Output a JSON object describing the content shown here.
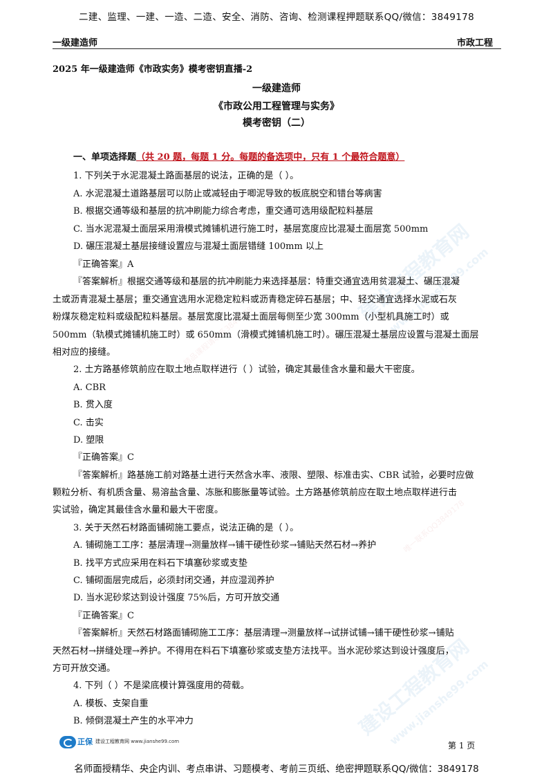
{
  "top_banner": "二建、监理、一建、一造、二造、安全、消防、咨询、检测课程押题联系QQ/微信：3849178",
  "header": {
    "left": "一级建造师",
    "right": "市政工程"
  },
  "doc_title": "2025 年一级建造师《市政实务》模考密钥直播-2",
  "heading1": "一级建造师",
  "heading2": "《市政公用工程管理与实务》",
  "heading3": "模考密钥（二）",
  "section": {
    "title": "一、单项选择题",
    "note": "（共 20 题，每题 1 分。每题的备选项中，只有 1 个最符合题意）"
  },
  "lines": [
    "1. 下列关于水泥混凝土路面基层的说法，正确的是（    ）。",
    "A. 水泥混凝土道路基层可以防止或减轻由于唧泥导致的板底脱空和错台等病害",
    "B. 根据交通等级和基层的抗冲刷能力综合考虑，重交通可选用级配粒料基层",
    "C. 当水泥混凝土面层采用滑模式摊铺机进行施工时，基层宽度应比混凝土面层宽 500mm",
    "D. 碾压混凝土基层接缝设置应与混凝土面层错缝 100mm 以上",
    "『正确答案』A",
    "『答案解析』根据交通等级和基层的抗冲刷能力来选择基层：特重交通宜选用贫混凝土、碾压混凝",
    "土或沥青混凝土基层；重交通宜选用水泥稳定粒料或沥青稳定碎石基层；中、轻交通宜选择水泥或石灰",
    "粉煤灰稳定粒料或级配粒料基层。基层宽度比混凝土面层每侧至少宽 300mm（小型机具施工时）或",
    "500mm（轨模式摊铺机施工时）或 650mm（滑模式摊铺机施工时）。碾压混凝土基层应设置与混凝土面层",
    "相对应的接缝。",
    "2. 土方路基修筑前应在取土地点取样进行（    ）试验，确定其最佳含水量和最大干密度。",
    "A. CBR",
    "B. 贯入度",
    "C. 击实",
    "D. 塑限",
    "『正确答案』C",
    "『答案解析』路基施工前对路基土进行天然含水率、液限、塑限、标准击实、CBR 试验，必要时应做",
    "颗粒分析、有机质含量、易溶盐含量、冻胀和膨胀量等试验。土方路基修筑前应在取土地点取样进行击",
    "实试验，确定其最佳含水量和最大干密度。",
    "3. 关于天然石材路面铺砌施工要点，说法正确的是（    ）。",
    "A. 铺砌施工工序：基层清理→测量放样→铺干硬性砂浆→铺贴天然石材→养护",
    "B. 找平方式应采用在料石下填塞砂浆或支垫",
    "C. 铺砌面层完成后，必须封闭交通，并应湿润养护",
    "D. 当水泥砂浆达到设计强度 75%后，方可开放交通",
    "『正确答案』C",
    "『答案解析』天然石材路面铺砌施工工序：基层清理→测量放样→试拼试铺→铺干硬性砂浆→铺贴",
    "天然石材→拼缝处理→养护。不得用在料石下填塞砂浆或支垫方法找平。当水泥砂浆达到设计强度后，",
    "方可开放交通。",
    "4. 下列（    ）不是梁底模计算强度用的荷载。",
    "A. 模板、支架自重",
    "B. 倾倒混凝土产生的水平冲力"
  ],
  "watermarks": [
    "建设工程教育网",
    "www.jianshe99.com",
    "精品课程请联系3849178",
    "唯一联系QQ3849178"
  ],
  "footer": {
    "logo_brand": "正保",
    "logo_text": "建设工程教育网 www.jianshe99.com",
    "page": "第 1 页"
  },
  "bottom_banner": "名师面授精华、央企内训、考点串讲、习题模考、考前三页纸、绝密押题联系QQ/微信：3849178"
}
